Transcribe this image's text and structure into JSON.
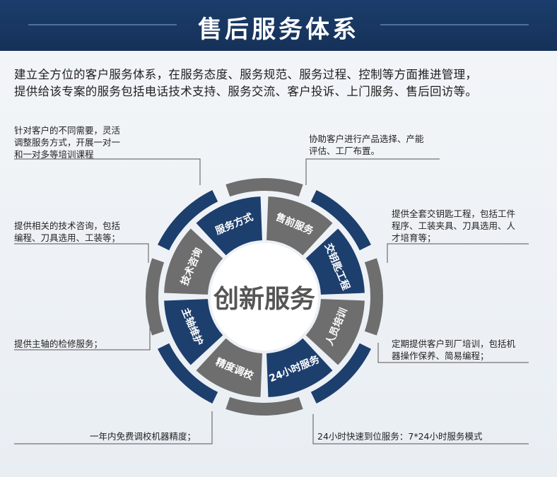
{
  "header": {
    "title": "售后服务体系"
  },
  "intro": {
    "line1": "建立全方位的客户服务体系，在服务态度、服务规范、服务过程、控制等方面推进管理，",
    "line2": "提供给该专案的服务包括电话技术支持、服务交流、客户投诉、上门服务、售后回访等。"
  },
  "center": {
    "label": "创新服务"
  },
  "segments": [
    {
      "label": "服务方式",
      "color": "#1d3f6e"
    },
    {
      "label": "售前服务",
      "color": "#6e6e6e"
    },
    {
      "label": "交钥匙工程",
      "color": "#1d3f6e"
    },
    {
      "label": "人员培训",
      "color": "#6e6e6e"
    },
    {
      "label": "24小时服务",
      "color": "#1d3f6e"
    },
    {
      "label": "精度调校",
      "color": "#6e6e6e"
    },
    {
      "label": "主轴维护",
      "color": "#1d3f6e"
    },
    {
      "label": "技术咨询",
      "color": "#6e6e6e"
    }
  ],
  "notes": {
    "service_mode": {
      "line1": "针对客户的不同需要，灵活",
      "line2": "调整服务方式，开展一对一",
      "line3": "和一对多等培训课程"
    },
    "presale": {
      "line1": "协助客户进行产品选择、产能",
      "line2": "评估、工厂布置。"
    },
    "turnkey": {
      "line1": "提供全套交钥匙工程，包括工件",
      "line2": "程序、工装夹具、刀具选用、人",
      "line3": "才培育等；"
    },
    "training": {
      "line1": "定期提供客户到厂培训，包括机",
      "line2": "器操作保养、简易编程；"
    },
    "support24": {
      "line1": "24小时快速到位服务：7*24小时服务模式"
    },
    "calibration": {
      "line1": "一年内免费调校机器精度；"
    },
    "spindle": {
      "line1": "提供主轴的检修服务；"
    },
    "consulting": {
      "line1": "提供相关的技术咨询，包括",
      "line2": "编程、刀具选用、工装等；"
    }
  },
  "colors": {
    "navy": "#1d3f6e",
    "gray": "#6e6e6e",
    "header_bg": "#1b3d6b",
    "line": "#555555"
  }
}
